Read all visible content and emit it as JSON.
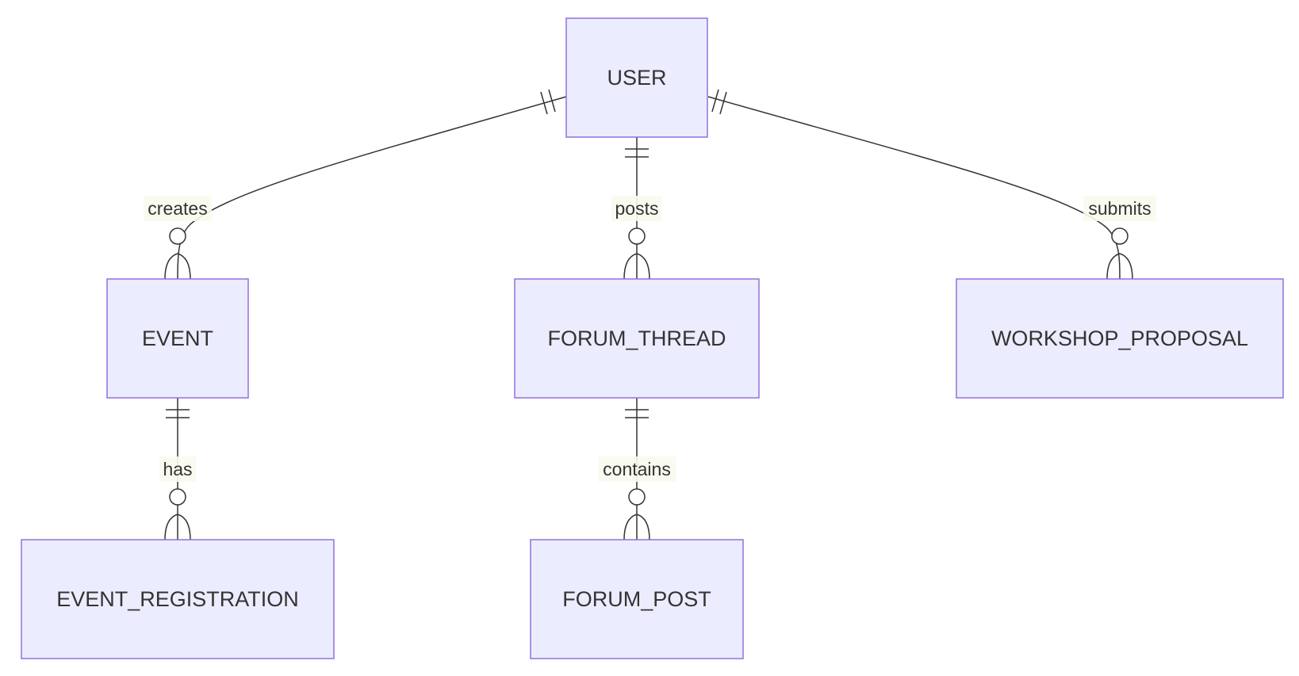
{
  "diagram": {
    "type": "entity-relationship",
    "entities": [
      {
        "id": "USER",
        "label": "USER"
      },
      {
        "id": "EVENT",
        "label": "EVENT"
      },
      {
        "id": "FORUM_THREAD",
        "label": "FORUM_THREAD"
      },
      {
        "id": "WORKSHOP_PROPOSAL",
        "label": "WORKSHOP_PROPOSAL"
      },
      {
        "id": "EVENT_REGISTRATION",
        "label": "EVENT_REGISTRATION"
      },
      {
        "id": "FORUM_POST",
        "label": "FORUM_POST"
      }
    ],
    "relationships": [
      {
        "from": "USER",
        "to": "EVENT",
        "label": "creates",
        "from_cardinality": "exactly-one",
        "to_cardinality": "zero-or-more"
      },
      {
        "from": "USER",
        "to": "FORUM_THREAD",
        "label": "posts",
        "from_cardinality": "exactly-one",
        "to_cardinality": "zero-or-more"
      },
      {
        "from": "USER",
        "to": "WORKSHOP_PROPOSAL",
        "label": "submits",
        "from_cardinality": "exactly-one",
        "to_cardinality": "zero-or-more"
      },
      {
        "from": "EVENT",
        "to": "EVENT_REGISTRATION",
        "label": "has",
        "from_cardinality": "exactly-one",
        "to_cardinality": "zero-or-more"
      },
      {
        "from": "FORUM_THREAD",
        "to": "FORUM_POST",
        "label": "contains",
        "from_cardinality": "exactly-one",
        "to_cardinality": "zero-or-more"
      }
    ]
  },
  "colors": {
    "entity_fill": "#ECECFF",
    "entity_stroke": "#9370DB",
    "line": "#333333",
    "text": "#333333",
    "label_background": "#F9FBEE"
  }
}
